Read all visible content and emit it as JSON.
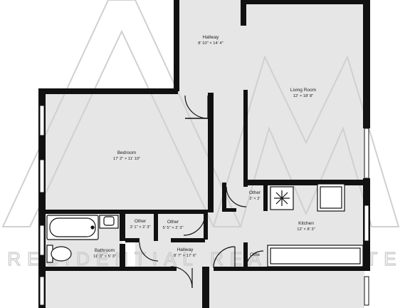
{
  "watermark": {
    "logo_letters": "AM",
    "tagline": "RESIDENTIAL REAL ESTATE"
  },
  "rooms": [
    {
      "id": "hallway-top",
      "name": "Hallway",
      "dims": "8' 10\" × 14' 4\""
    },
    {
      "id": "living-room",
      "name": "Living Room",
      "dims": "12' × 18' 8\""
    },
    {
      "id": "bedroom",
      "name": "Bedroom",
      "dims": "17' 2\" × 11' 10\""
    },
    {
      "id": "other-closet-kitchen",
      "name": "Other",
      "dims": "2' × 2'"
    },
    {
      "id": "kitchen",
      "name": "Kitchen",
      "dims": "12' × 8' 3\""
    },
    {
      "id": "other-closet-1",
      "name": "Other",
      "dims": "3' 1\" × 2' 3\""
    },
    {
      "id": "other-closet-2",
      "name": "Other",
      "dims": "5' 5\" × 2' 3\""
    },
    {
      "id": "bathroom",
      "name": "Bathroom",
      "dims": "11' 3\" × 5' 3\""
    },
    {
      "id": "hallway-bottom",
      "name": "Hallway",
      "dims": "8' 7\" × 17' 6\""
    },
    {
      "id": "other-small",
      "name": "Othe",
      "dims": ""
    }
  ],
  "colors": {
    "floor": "#e6e6e7",
    "wall": "#111111",
    "watermark": "#d0d0d0"
  }
}
